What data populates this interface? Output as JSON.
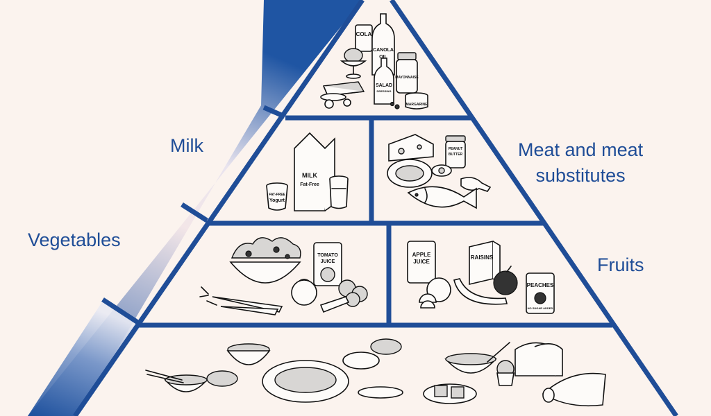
{
  "colors": {
    "background": "#fbf3ee",
    "frame": "#1f4d97",
    "label": "#1f4d97",
    "side_dark": "#1f55a3",
    "side_light": "#f8efee"
  },
  "labels": {
    "milk": "Milk",
    "meat_line1": "Meat and meat",
    "meat_line2": "substitutes",
    "vegetables": "Vegetables",
    "fruits": "Fruits"
  },
  "food_text": {
    "cola": "COLA",
    "canola": "CANOLA",
    "oil": "OIL",
    "mayonnaise": "MAYONNAISE",
    "salad": "SALAD",
    "dressing": "DRESSING",
    "margarine": "MARGARINE",
    "milk_carton": "MILK",
    "fat_free": "Fat-Free",
    "yogurt_fat_free": "FAT-FREE",
    "yogurt": "Yogurt",
    "peanut": "PEANUT",
    "butter": "BUTTER",
    "tomato": "TOMATO",
    "juice": "JUICE",
    "apple": "APPLE",
    "apple_juice": "JUICE",
    "raisins": "RAISINS",
    "peaches": "PEACHES",
    "no_sugar": "NO SUGAR ADDED"
  },
  "icons": {
    "fats_sweets": "fats-and-sweets-group-icon",
    "milk_group": "milk-group-icon",
    "meat_group": "meat-group-icon",
    "vegetables_group": "vegetables-group-icon",
    "fruits_group": "fruits-group-icon",
    "grains_group": "grains-group-icon"
  }
}
